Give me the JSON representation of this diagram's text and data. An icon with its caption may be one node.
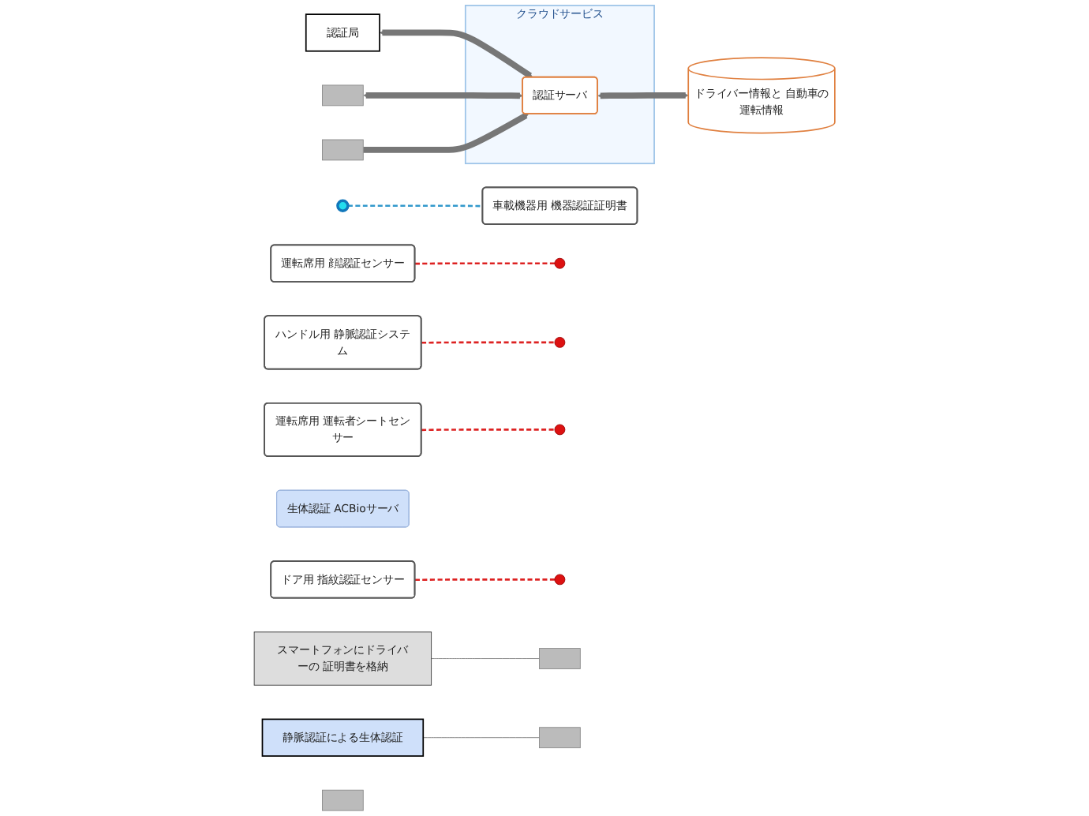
{
  "diagram": {
    "nodes": [
      {
        "text": [
          "運転席用 顔認証センサー"
        ]
      },
      {
        "text": [
          "ハンドル用 静脈認証システム"
        ]
      },
      {
        "text": [
          "運転席用 運転者シートセンサー"
        ]
      },
      {
        "text": [
          "ドア用 指紋認証センサー"
        ]
      },
      {
        "text": [
          "車載機器用 機器認証証明書"
        ]
      },
      {
        "text": [],
        "shape": "circle"
      },
      {
        "text": [],
        "shape": "circle"
      },
      {
        "text": [],
        "shape": "circle"
      },
      {
        "text": [],
        "shape": "circle"
      },
      {
        "text": [],
        "shape": "circle"
      },
      {
        "text": [
          "スマートフォンにドライバーの 証明書を格納"
        ]
      },
      {
        "text": [],
        "shape": "box"
      },
      {
        "text": [
          "クラウドサービス"
        ]
      },
      {
        "text": [
          "認証サーバ"
        ],
        "in": 12
      },
      {
        "text": [
          "認証局"
        ]
      },
      {
        "text": [
          "生体認証 ACBioサーバ"
        ]
      },
      {
        "text": [
          "静脈認証による生体認証"
        ]
      },
      {
        "text": [],
        "shape": "box"
      },
      {
        "text": [],
        "shape": "box"
      },
      {
        "text": [
          "ドライバー情報と 自動車の運転情報"
        ]
      },
      {
        "text": [],
        "shape": "box"
      },
      {
        "text": [],
        "shape": "box"
      }
    ],
    "edges": [
      {
        "from": 0,
        "to": 5,
        "arrow": "none",
        "style": "dashed",
        "color": "#dd2222"
      },
      {
        "from": 1,
        "to": 6,
        "arrow": "none",
        "style": "dashed",
        "color": "#dd2222"
      },
      {
        "from": 2,
        "to": 7,
        "arrow": "none",
        "style": "dashed",
        "color": "#dd2222"
      },
      {
        "from": 3,
        "to": 8,
        "arrow": "none",
        "style": "dashed",
        "color": "#dd2222"
      },
      {
        "from": 9,
        "to": 4,
        "arrow": "none",
        "style": "dashed",
        "color": "#3399cc"
      },
      {
        "from": 10,
        "to": 11,
        "arrow": "none"
      },
      {
        "from": 14,
        "to": 13,
        "arrow": "both",
        "style": "thick"
      },
      {
        "from": 18,
        "to": 13,
        "arrow": "both",
        "style": "thick"
      },
      {
        "from": 13,
        "to": 19,
        "arrow": "both",
        "style": "thick"
      },
      {
        "from": 20,
        "to": 13,
        "arrow": "to",
        "style": "thick"
      },
      {
        "from": 16,
        "to": 17,
        "arrow": "none"
      }
    ]
  }
}
